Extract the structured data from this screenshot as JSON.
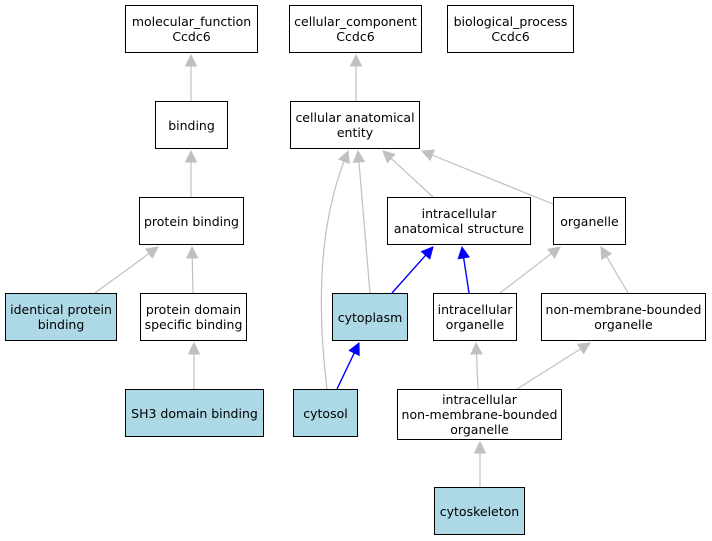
{
  "colors": {
    "highlight": "#add8e6",
    "edge_default": "#c0c0c0",
    "edge_path": "#0000ff"
  },
  "nodes": {
    "molecular_function": {
      "label": "molecular_function\nCcdc6",
      "highlighted": false
    },
    "cellular_component": {
      "label": "cellular_component\nCcdc6",
      "highlighted": false
    },
    "biological_process": {
      "label": "biological_process\nCcdc6",
      "highlighted": false
    },
    "binding": {
      "label": "binding",
      "highlighted": false
    },
    "cellular_anatomical_entity": {
      "label": "cellular anatomical\nentity",
      "highlighted": false
    },
    "protein_binding": {
      "label": "protein binding",
      "highlighted": false
    },
    "intracellular_anatomical_structure": {
      "label": "intracellular\nanatomical structure",
      "highlighted": false
    },
    "organelle": {
      "label": "organelle",
      "highlighted": false
    },
    "identical_protein_binding": {
      "label": "identical protein\nbinding",
      "highlighted": true
    },
    "protein_domain_specific_binding": {
      "label": "protein domain\nspecific binding",
      "highlighted": false
    },
    "cytoplasm": {
      "label": "cytoplasm",
      "highlighted": true
    },
    "intracellular_organelle": {
      "label": "intracellular\norganelle",
      "highlighted": false
    },
    "non_membrane_bounded_organelle": {
      "label": "non-membrane-bounded\norganelle",
      "highlighted": false
    },
    "sh3_domain_binding": {
      "label": "SH3 domain binding",
      "highlighted": true
    },
    "cytosol": {
      "label": "cytosol",
      "highlighted": true
    },
    "intracellular_non_membrane_bounded_organelle": {
      "label": "intracellular\nnon-membrane-bounded\norganelle",
      "highlighted": false
    },
    "cytoskeleton": {
      "label": "cytoskeleton",
      "highlighted": true
    }
  },
  "edges": [
    {
      "from": "binding",
      "to": "molecular_function",
      "style": "default"
    },
    {
      "from": "protein_binding",
      "to": "binding",
      "style": "default"
    },
    {
      "from": "identical_protein_binding",
      "to": "protein_binding",
      "style": "default"
    },
    {
      "from": "protein_domain_specific_binding",
      "to": "protein_binding",
      "style": "default"
    },
    {
      "from": "sh3_domain_binding",
      "to": "protein_domain_specific_binding",
      "style": "default"
    },
    {
      "from": "cellular_anatomical_entity",
      "to": "cellular_component",
      "style": "default"
    },
    {
      "from": "cytosol",
      "to": "cellular_anatomical_entity",
      "style": "default"
    },
    {
      "from": "cytoplasm",
      "to": "cellular_anatomical_entity",
      "style": "default"
    },
    {
      "from": "intracellular_anatomical_structure",
      "to": "cellular_anatomical_entity",
      "style": "default"
    },
    {
      "from": "organelle",
      "to": "cellular_anatomical_entity",
      "style": "default"
    },
    {
      "from": "cytoplasm",
      "to": "intracellular_anatomical_structure",
      "style": "path"
    },
    {
      "from": "intracellular_organelle",
      "to": "intracellular_anatomical_structure",
      "style": "path"
    },
    {
      "from": "intracellular_organelle",
      "to": "organelle",
      "style": "default"
    },
    {
      "from": "non_membrane_bounded_organelle",
      "to": "organelle",
      "style": "default"
    },
    {
      "from": "cytosol",
      "to": "cytoplasm",
      "style": "path"
    },
    {
      "from": "intracellular_non_membrane_bounded_organelle",
      "to": "intracellular_organelle",
      "style": "default"
    },
    {
      "from": "intracellular_non_membrane_bounded_organelle",
      "to": "non_membrane_bounded_organelle",
      "style": "default"
    },
    {
      "from": "cytoskeleton",
      "to": "intracellular_non_membrane_bounded_organelle",
      "style": "default"
    }
  ]
}
